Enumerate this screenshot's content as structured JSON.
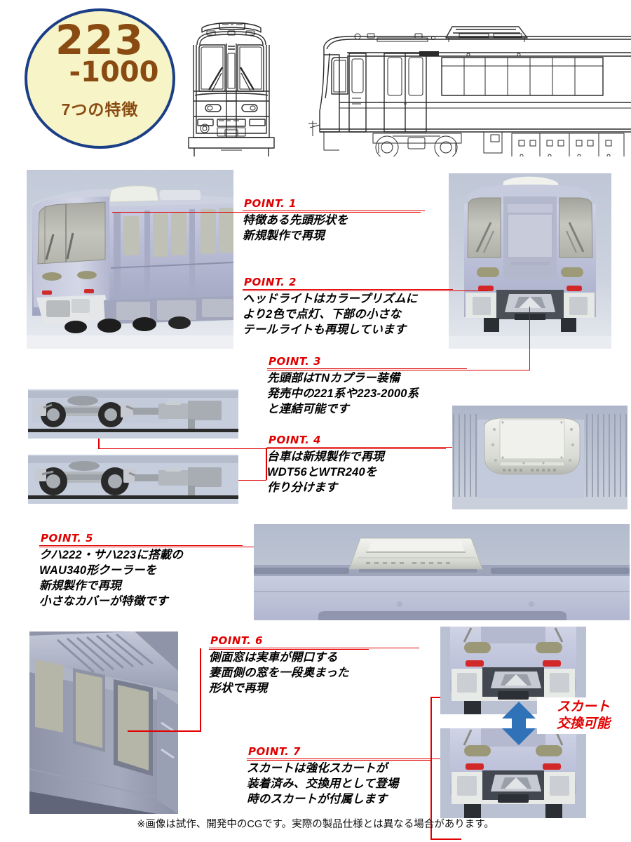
{
  "badge": {
    "series": "223",
    "subseries": "-1000",
    "caption": "7つの特徴",
    "fill_color": "#f7f4c8",
    "ring_color": "#1b3f86",
    "text_color": "#8a4b12"
  },
  "accent": {
    "red": "#e00000",
    "arrow_blue": "#2f72b8",
    "body_lavender": "#b9bcd4",
    "roof_gray": "#8f95a8"
  },
  "lineart": {
    "front_view": "223-1000 front elevation line drawing",
    "side_view": "223-1000 side elevation line drawing"
  },
  "points": [
    {
      "id": "point-1",
      "label": "POINT. 1",
      "text": "特徴ある先頭形状を\n新規製作で再現"
    },
    {
      "id": "point-2",
      "label": "POINT. 2",
      "text": "ヘッドライトはカラープリズムに\nより2色で点灯、下部の小さな\nテールライトも再現しています"
    },
    {
      "id": "point-3",
      "label": "POINT. 3",
      "text": "先頭部はTNカプラー装備\n発売中の221系や223-2000系\nと連結可能です"
    },
    {
      "id": "point-4",
      "label": "POINT. 4",
      "text": "台車は新規製作で再現\nWDT56とWTR240を\n作り分けます"
    },
    {
      "id": "point-5",
      "label": "POINT. 5",
      "text": "クハ222・サハ223に搭載の\nWAU340形クーラーを\n新規製作で再現\n小さなカバーが特徴です"
    },
    {
      "id": "point-6",
      "label": "POINT. 6",
      "text": "側面窓は実車が開口する\n妻面側の窓を一段奥まった\n形状で再現"
    },
    {
      "id": "point-7",
      "label": "POINT. 7",
      "text": "スカートは強化スカートが\n装着済み、交換用として登場\n時のスカートが付属します"
    }
  ],
  "photos": {
    "side_front_quarter": "前頭部斜め写真",
    "front_face": "正面写真",
    "bogie_upper": "台車写真（WDT56）",
    "bogie_lower": "台車写真（WTR240）",
    "cooler_closeup": "クーラー拡大写真",
    "roof_cooler": "屋根上クーラー写真",
    "side_window": "側面窓写真",
    "skirt_standard": "強化スカート装着車両前面",
    "skirt_alternate": "登場時スカート装着車両前面"
  },
  "skirt_callout": {
    "line1": "スカート",
    "line2": "交換可能",
    "arrow": "double-arrow-vertical"
  },
  "footnote": "※画像は試作、開発中のCGです。実際の製品仕様とは異なる場合があります。"
}
